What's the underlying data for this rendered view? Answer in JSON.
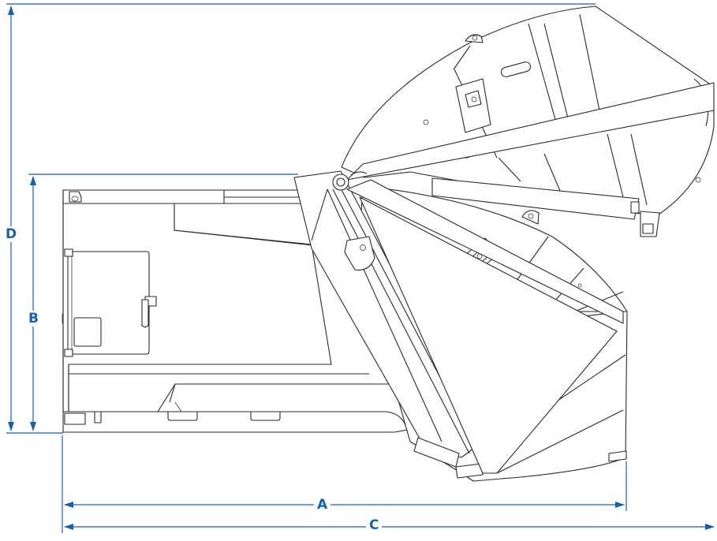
{
  "dimension_labels": {
    "a": "A",
    "b": "B",
    "c": "C",
    "d": "D"
  },
  "colors": {
    "dimension": "#1a5fa8",
    "drawing": "#2a2a2a",
    "background": "#ffffff"
  }
}
